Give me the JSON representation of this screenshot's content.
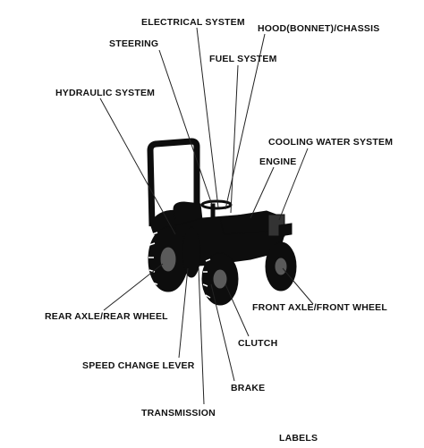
{
  "labels": {
    "electrical_system": "ELECTRICAL SYSTEM",
    "hood_chassis": "HOOD(BONNET)/CHASSIS",
    "steering": "STEERING",
    "fuel_system": "FUEL SYSTEM",
    "hydraulic_system": "HYDRAULIC SYSTEM",
    "cooling_water_system": "COOLING WATER SYSTEM",
    "engine": "ENGINE",
    "rear_axle_rear_wheel": "REAR AXLE/REAR WHEEL",
    "front_axle_front_wheel": "FRONT AXLE/FRONT WHEEL",
    "clutch": "CLUTCH",
    "speed_change_lever": "SPEED CHANGE LEVER",
    "brake": "BRAKE",
    "transmission": "TRANSMISSION",
    "footer": "LABELS"
  },
  "colors": {
    "ink": "#111111",
    "tractor": "#0d0d0d",
    "background": "#ffffff"
  }
}
